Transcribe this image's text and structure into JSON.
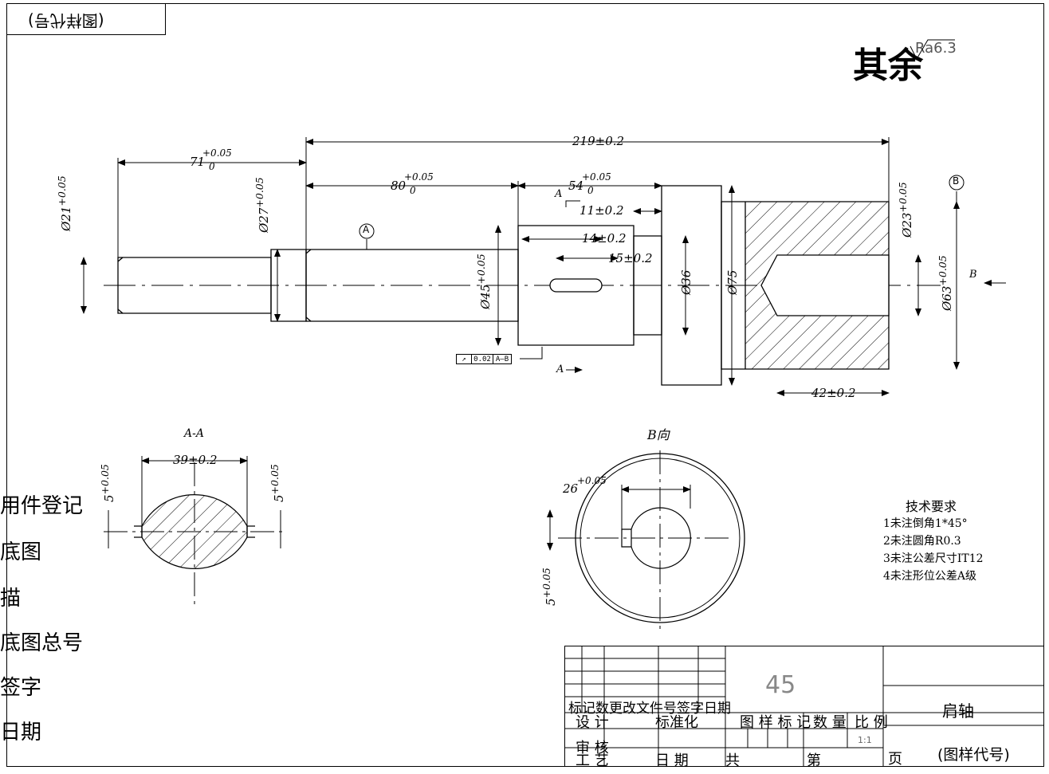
{
  "sheet": {
    "corner_code": "(图样代号)",
    "surface_note": "其余",
    "roughness": "Ra6.3"
  },
  "side_labels": [
    "用件登记",
    "底图",
    "描",
    "底图总号",
    "签字",
    "日期"
  ],
  "main_view": {
    "dims": {
      "overall": "219±0.2",
      "first_step": "71",
      "second_step": "80",
      "third_step": "54",
      "d11": "11±0.2",
      "d14": "14±0.2",
      "d15": "15±0.2",
      "d42": "42±0.2",
      "tol_upper": "+0.05",
      "tol_lower": "0",
      "phi21": "Ø21",
      "phi27": "Ø27",
      "phi45": "Ø45",
      "phi36": "Ø36",
      "phi75": "Ø75",
      "phi23": "Ø23",
      "phi63": "Ø63"
    },
    "datum_a": "A",
    "datum_b": "B",
    "section_label": "A",
    "view_arrow_label": "B",
    "fcf": {
      "symbol": "↗",
      "value": "0.02",
      "datum": "A–B"
    }
  },
  "section_aa": {
    "title": "A-A",
    "width_dim": "39±0.2",
    "key_dim": "5",
    "tol_upper": "+0.05",
    "tol_lower": "0"
  },
  "view_b": {
    "title": "B向",
    "key_depth": "26",
    "key_width": "5",
    "tol_upper": "+0.05",
    "tol_lower": "0"
  },
  "tech_req": {
    "title": "技术要求",
    "items": [
      "1未注倒角1*45°",
      "2未注圆角R0.3",
      "3未注公差尺寸IT12",
      "4未注形位公差A级"
    ]
  },
  "title_block": {
    "material": "45",
    "part_name": "肩轴",
    "change_row": "标记数更改文件号签字日期",
    "design": "设 计",
    "standard": "标准化",
    "stage_mark": "图 样 标 记",
    "weight": "数 量",
    "scale_label": "比 例",
    "scale_value": "1:1",
    "review": "审 核",
    "process": "工 艺",
    "date": "日 期",
    "total": "共",
    "page_of": "第",
    "page": "页",
    "drawing_code": "(图样代号)"
  }
}
